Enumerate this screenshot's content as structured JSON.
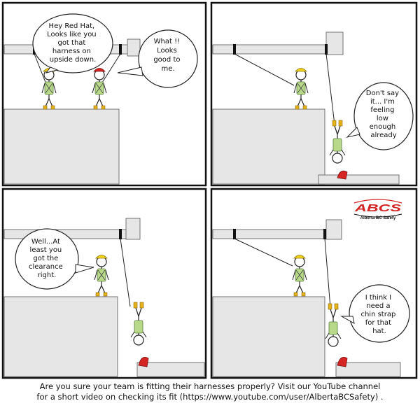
{
  "panels": [
    {
      "id": 1,
      "bubbles": [
        {
          "speaker": "green-hat",
          "lines": [
            "Hey Red Hat,",
            "Looks like you",
            "got that",
            "harness on",
            "upside down."
          ]
        },
        {
          "speaker": "red-hat",
          "lines": [
            "What !!",
            "Looks",
            "good to",
            "me."
          ]
        }
      ]
    },
    {
      "id": 2,
      "bubbles": [
        {
          "speaker": "red-hat",
          "lines": [
            "Don't say",
            "it... I'm",
            "feeling",
            "low",
            "enough",
            "already"
          ]
        }
      ]
    },
    {
      "id": 3,
      "bubbles": [
        {
          "speaker": "green-hat",
          "lines": [
            "Well...At",
            "least you",
            "got the",
            "clearance",
            "right."
          ]
        }
      ]
    },
    {
      "id": 4,
      "bubbles": [
        {
          "speaker": "red-hat",
          "lines": [
            "I think I",
            "need a",
            "chin strap",
            "for that",
            "hat."
          ]
        }
      ]
    }
  ],
  "logo": {
    "main": "ABCS",
    "sub": "Alberta BC Safety"
  },
  "caption": {
    "line1": "Are you sure your team is fitting their harnesses properly? Visit our YouTube channel",
    "line2": "for a short video on checking its fit (https://www.youtube.com/user/AlbertaBCSafety) ."
  },
  "colors": {
    "hat_yellow": "#f2d21b",
    "hat_red": "#d42424",
    "block_gray": "#e6e6e6",
    "vest_green": "#b8d98a"
  }
}
